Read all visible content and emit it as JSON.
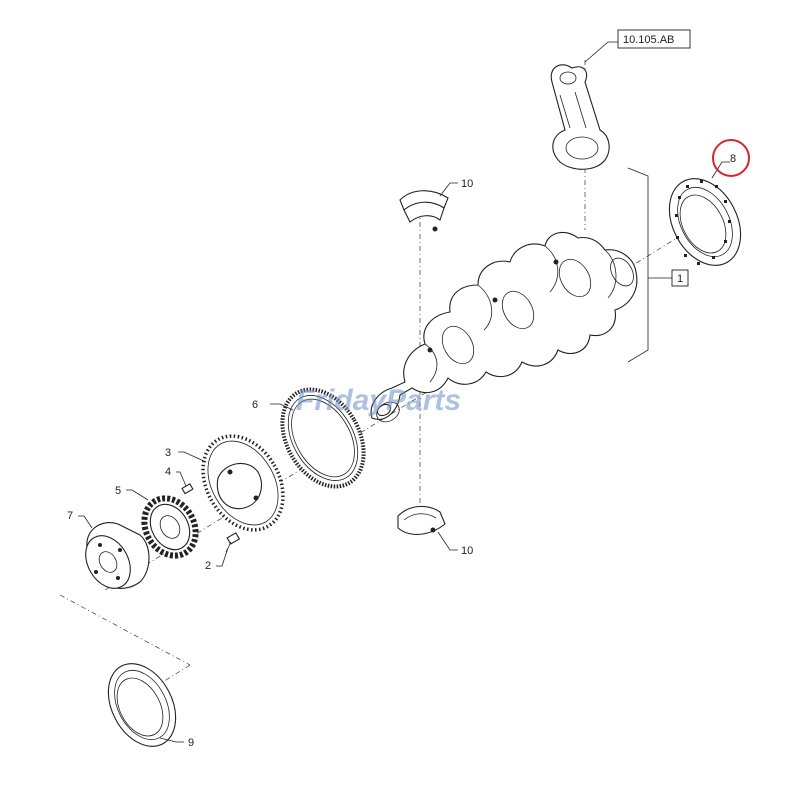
{
  "watermark": "FridayParts",
  "highlight_color": "#d9252a",
  "watermark_color": "#6b8fc9",
  "callouts": {
    "ref_box": "10.105.AB",
    "assembly_box": "1",
    "rear_seal": "8",
    "bearing_upper": "10",
    "bearing_lower": "10",
    "ring_gear": "6",
    "tone_wheel": "3",
    "dowel_pin": "4",
    "bolt": "2",
    "timing_gear": "5",
    "hub": "7",
    "front_seal": "9"
  }
}
